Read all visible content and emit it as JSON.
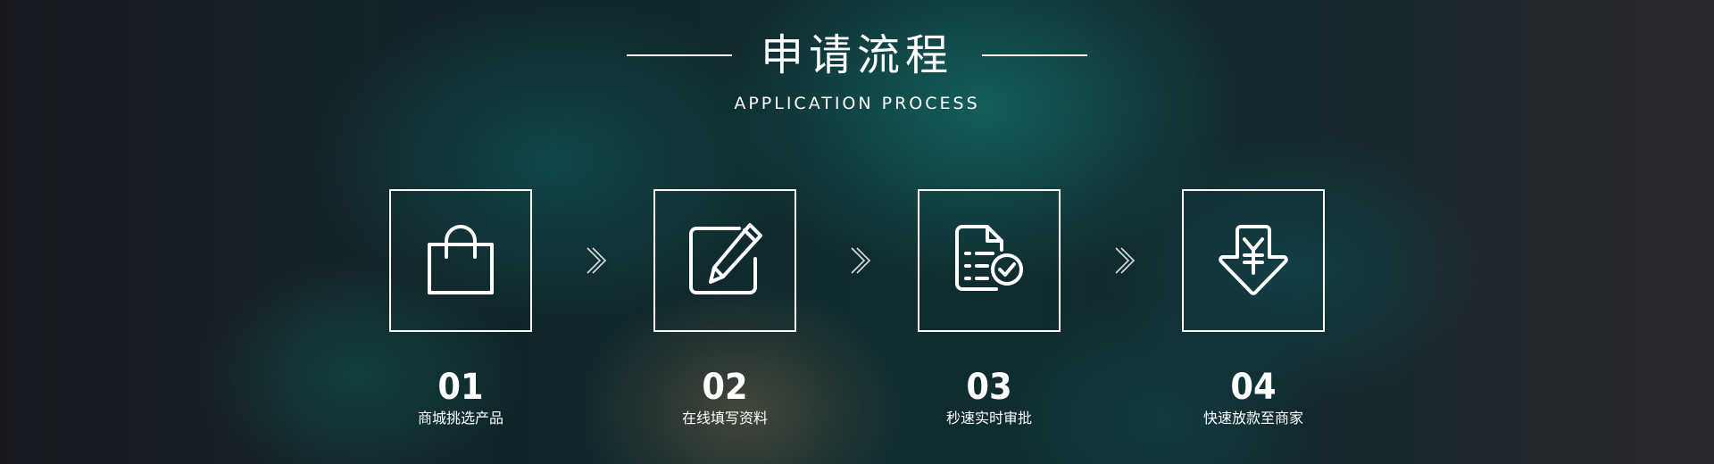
{
  "header": {
    "title": "申请流程",
    "subtitle": "APPLICATION PROCESS"
  },
  "steps": [
    {
      "number": "01",
      "label": "商城挑选产品",
      "icon": "shopping-bag-icon"
    },
    {
      "number": "02",
      "label": "在线填写资料",
      "icon": "edit-form-icon"
    },
    {
      "number": "03",
      "label": "秒速实时审批",
      "icon": "document-approved-icon"
    },
    {
      "number": "04",
      "label": "快速放款至商家",
      "icon": "yuan-download-icon"
    }
  ],
  "colors": {
    "foreground": "#ffffff",
    "background_teal": "#0f2d30",
    "background_dark": "#1a1f24"
  }
}
